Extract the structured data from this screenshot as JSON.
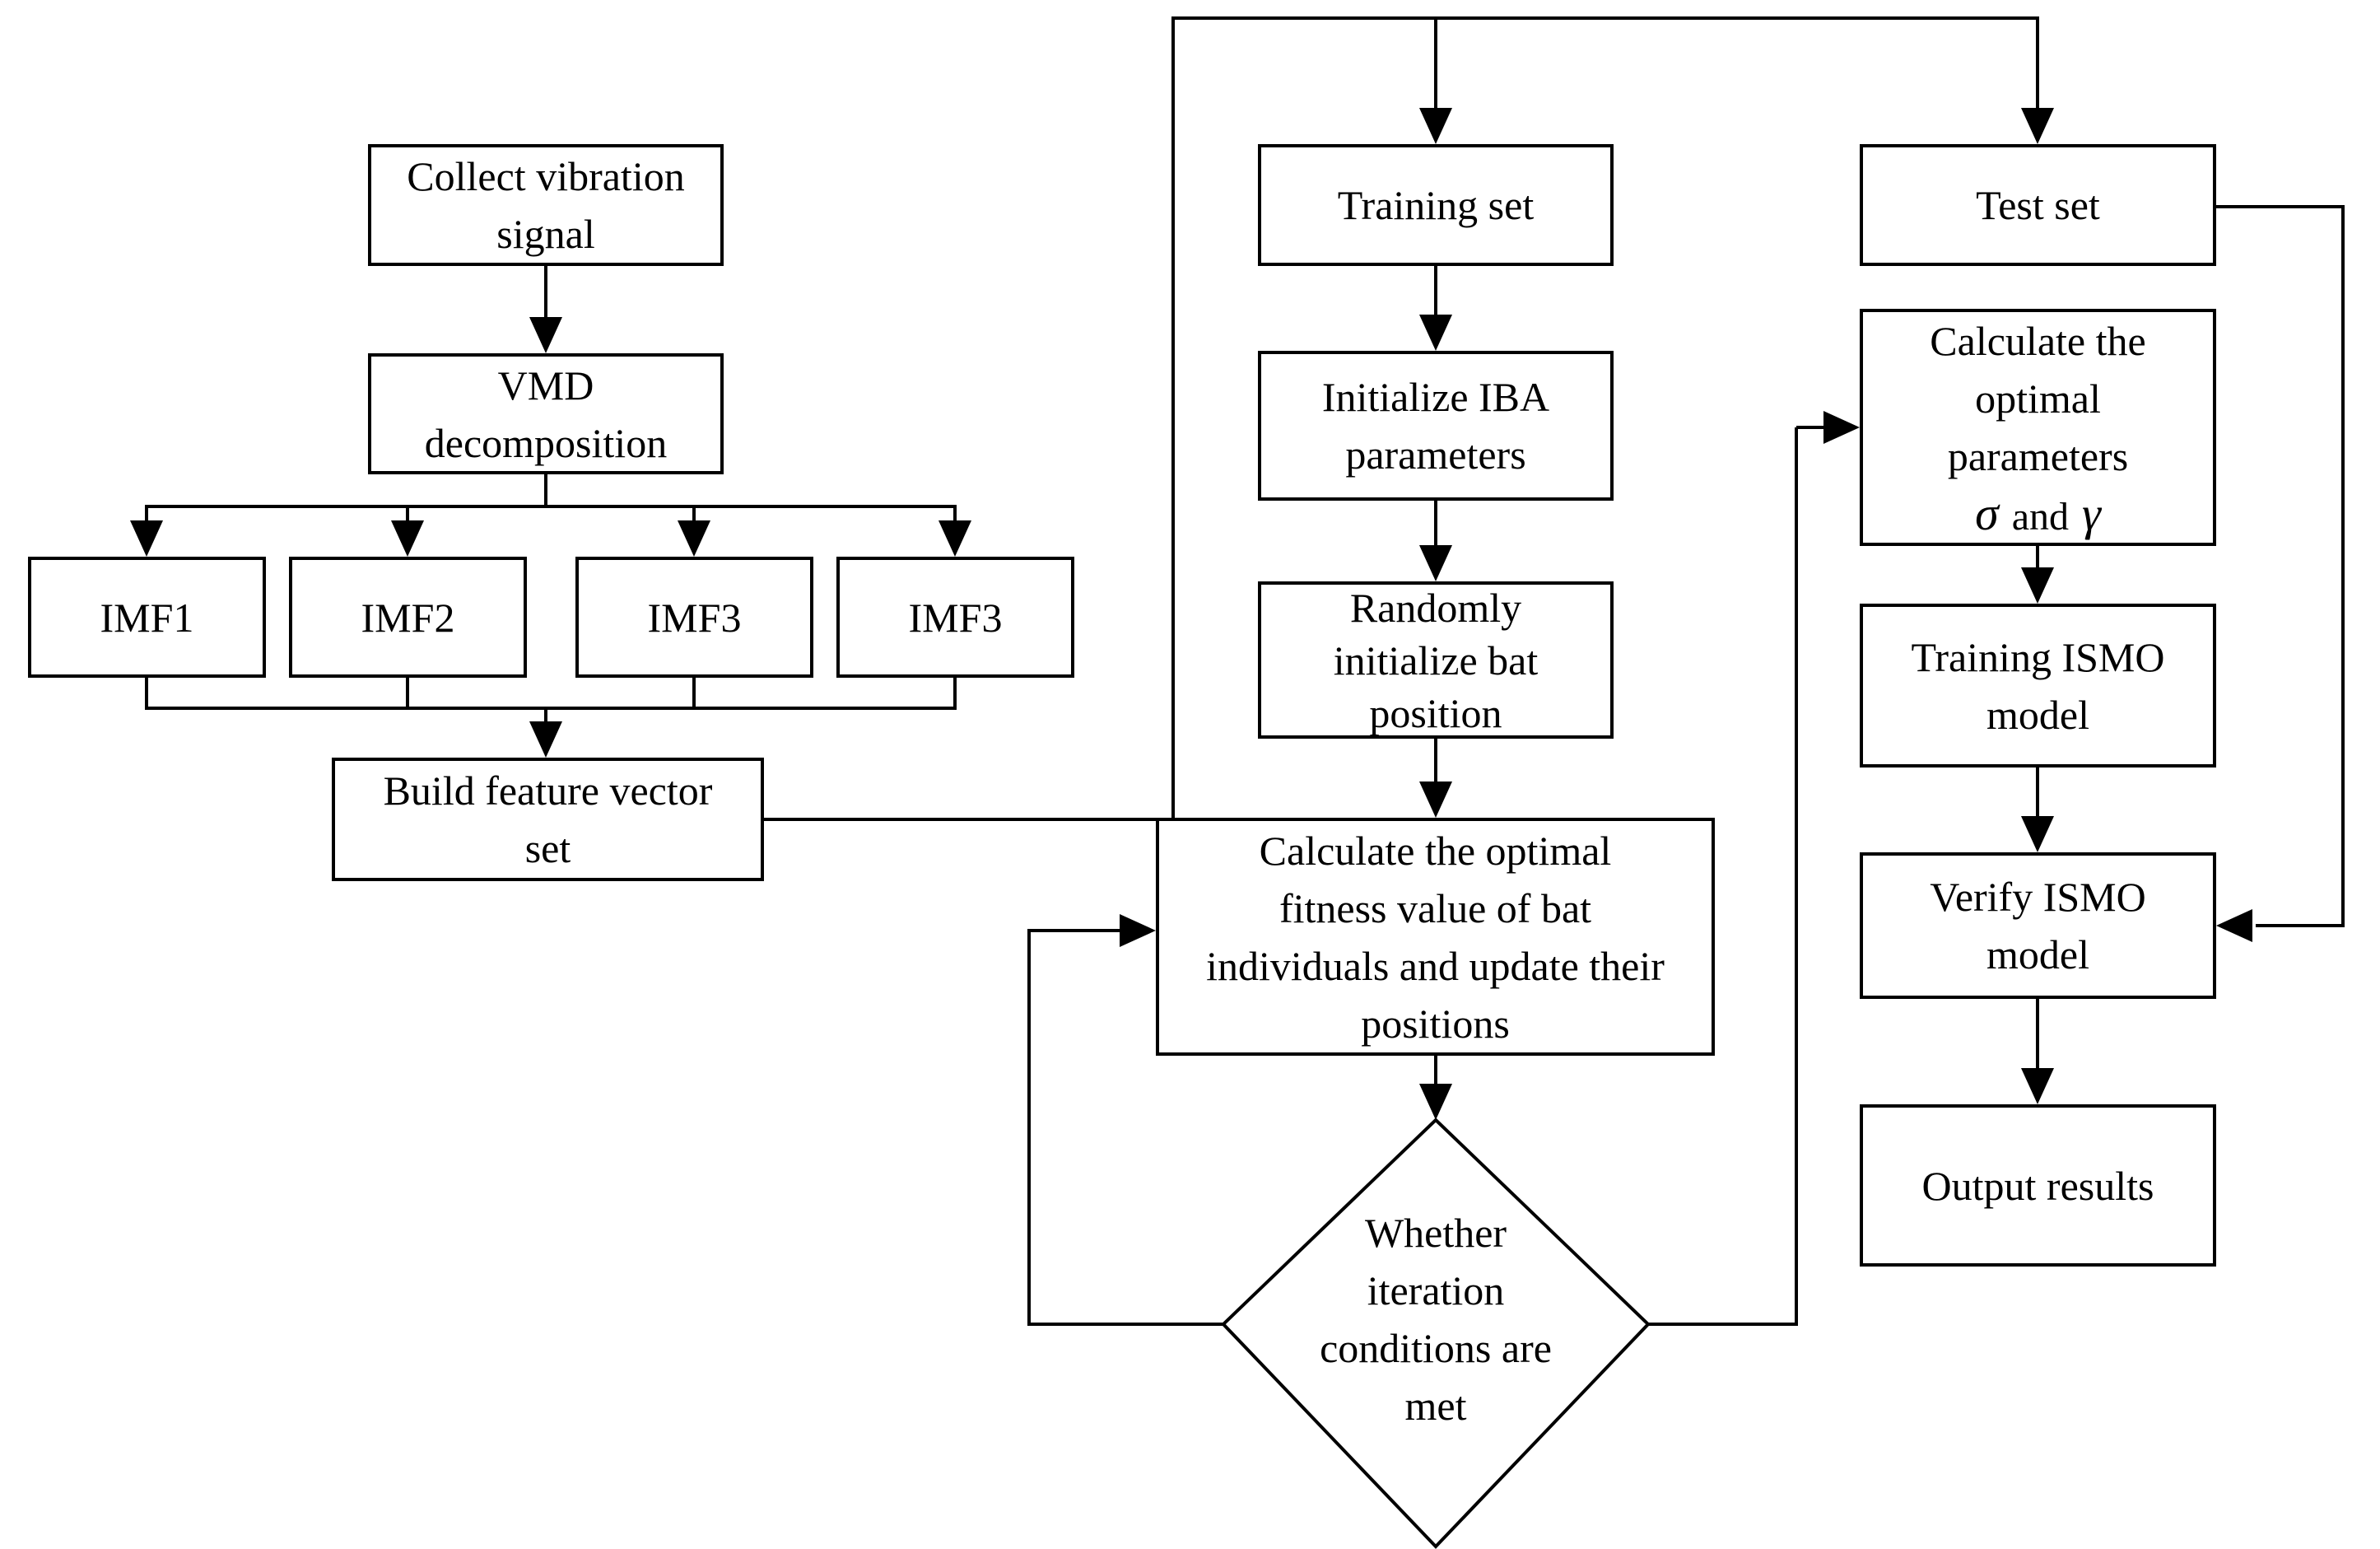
{
  "figure": {
    "background": "#ffffff",
    "stroke_color": "#000000",
    "text_color": "#000000"
  },
  "boxes": {
    "collect_vibration_signal": {
      "lines": [
        "Collect vibration",
        "signal"
      ]
    },
    "vmd_decomposition": {
      "lines": [
        "VMD",
        "decomposition"
      ]
    },
    "imf_outputs": [
      {
        "label": "IMF1"
      },
      {
        "label": "IMF2"
      },
      {
        "label": "IMF3"
      },
      {
        "label": "IMF3"
      }
    ],
    "build_feature_vector_set": {
      "lines": [
        "Build feature vector",
        "set"
      ]
    },
    "training_set": {
      "label": "Training set"
    },
    "initialize_iba_parameters": {
      "lines": [
        "Initialize IBA",
        "parameters"
      ]
    },
    "randomly_initialize_bat_position": {
      "lines": [
        "Randomly",
        "initialize bat",
        "position"
      ]
    },
    "calculate_optimal_fitness": {
      "lines": [
        "Calculate the optimal",
        "fitness value of bat",
        "individuals and update their",
        "positions"
      ]
    },
    "test_set": {
      "label": "Test set"
    },
    "calculate_optimal_parameters": {
      "lines": [
        "Calculate the",
        "optimal",
        "parameters"
      ],
      "sigma": "σ",
      "conjunction": "and",
      "gamma": "γ"
    },
    "training_ismo_model": {
      "lines": [
        "Training ISMO",
        "model"
      ]
    },
    "verify_ismo_model": {
      "lines": [
        "Verify ISMO",
        "model"
      ]
    },
    "output_results": {
      "label": "Output results"
    }
  },
  "decision": {
    "whether_iteration_conditions_met": {
      "lines": [
        "Whether",
        "iteration",
        "conditions are",
        "met"
      ]
    }
  }
}
